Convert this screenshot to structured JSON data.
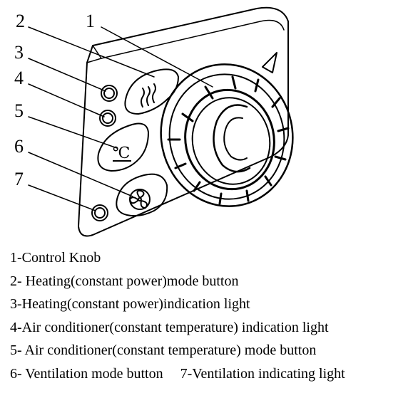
{
  "callouts": [
    {
      "number": "1"
    },
    {
      "number": "2"
    },
    {
      "number": "3"
    },
    {
      "number": "4"
    },
    {
      "number": "5"
    },
    {
      "number": "6"
    },
    {
      "number": "7"
    }
  ],
  "buttons": {
    "heating_icon": "heat-waves-icon",
    "ac_icon": "degree-celsius-icon",
    "ac_symbol": "℃",
    "vent_icon": "fan-icon"
  },
  "legend": [
    "1-Control Knob",
    "2- Heating(constant power)mode button",
    "3-Heating(constant power)indication light",
    "4-Air conditioner(constant temperature) indication light",
    "5- Air conditioner(constant temperature) mode button",
    "6- Ventilation mode button",
    "7-Ventilation indicating light"
  ]
}
